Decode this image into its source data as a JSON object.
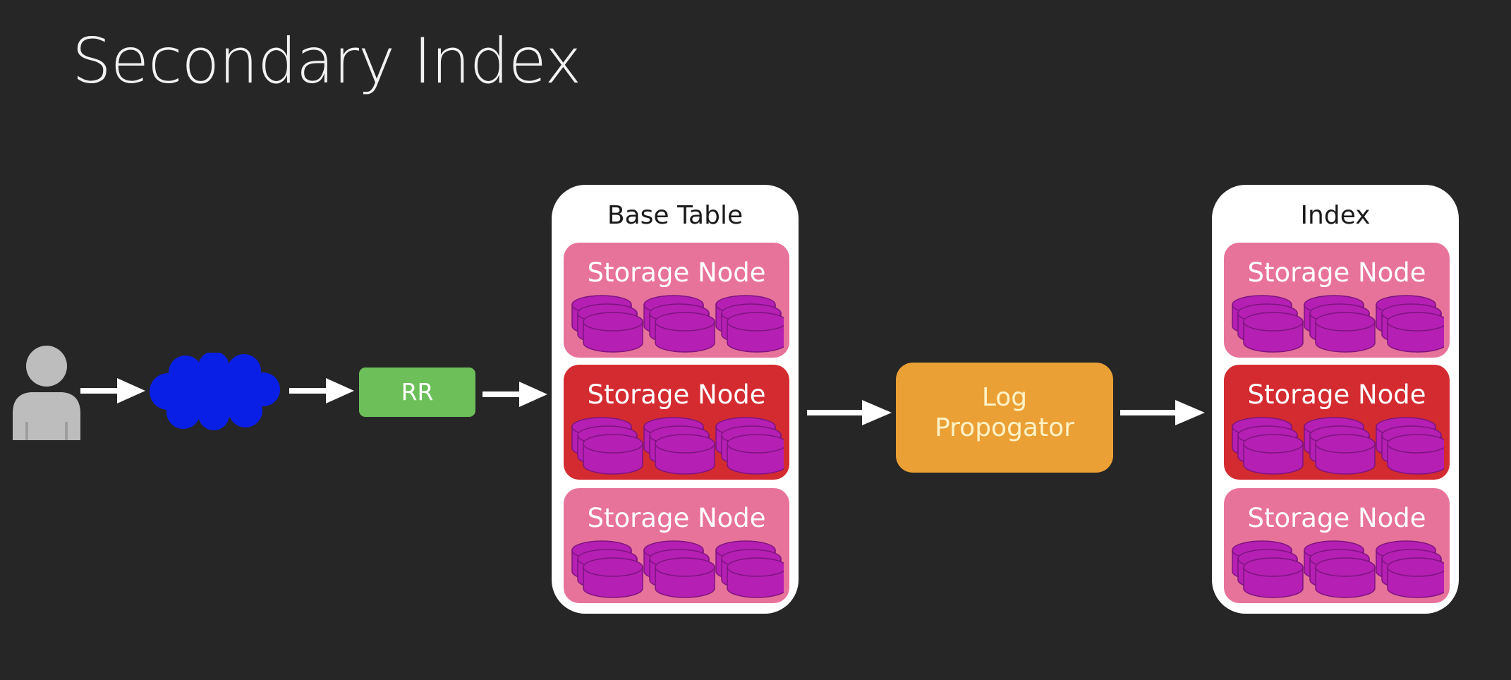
{
  "title": "Secondary Index",
  "client": {
    "icon": "user-icon",
    "network_icon": "cloud-icon"
  },
  "router": {
    "label": "RR",
    "color": "#6cbf59"
  },
  "base_table": {
    "label": "Base Table",
    "nodes": [
      {
        "label": "Storage Node",
        "state": "normal"
      },
      {
        "label": "Storage Node",
        "state": "active"
      },
      {
        "label": "Storage Node",
        "state": "normal"
      }
    ]
  },
  "log_propagator": {
    "label": "Log Propogator",
    "color": "#eaa035"
  },
  "index": {
    "label": "Index",
    "nodes": [
      {
        "label": "Storage Node",
        "state": "normal"
      },
      {
        "label": "Storage Node",
        "state": "active"
      },
      {
        "label": "Storage Node",
        "state": "normal"
      }
    ]
  },
  "colors": {
    "background": "#262626",
    "storage_node": "#e8739a",
    "storage_node_active": "#d42b31",
    "disk": "#b51fb3",
    "cloud": "#0a1fe6"
  }
}
